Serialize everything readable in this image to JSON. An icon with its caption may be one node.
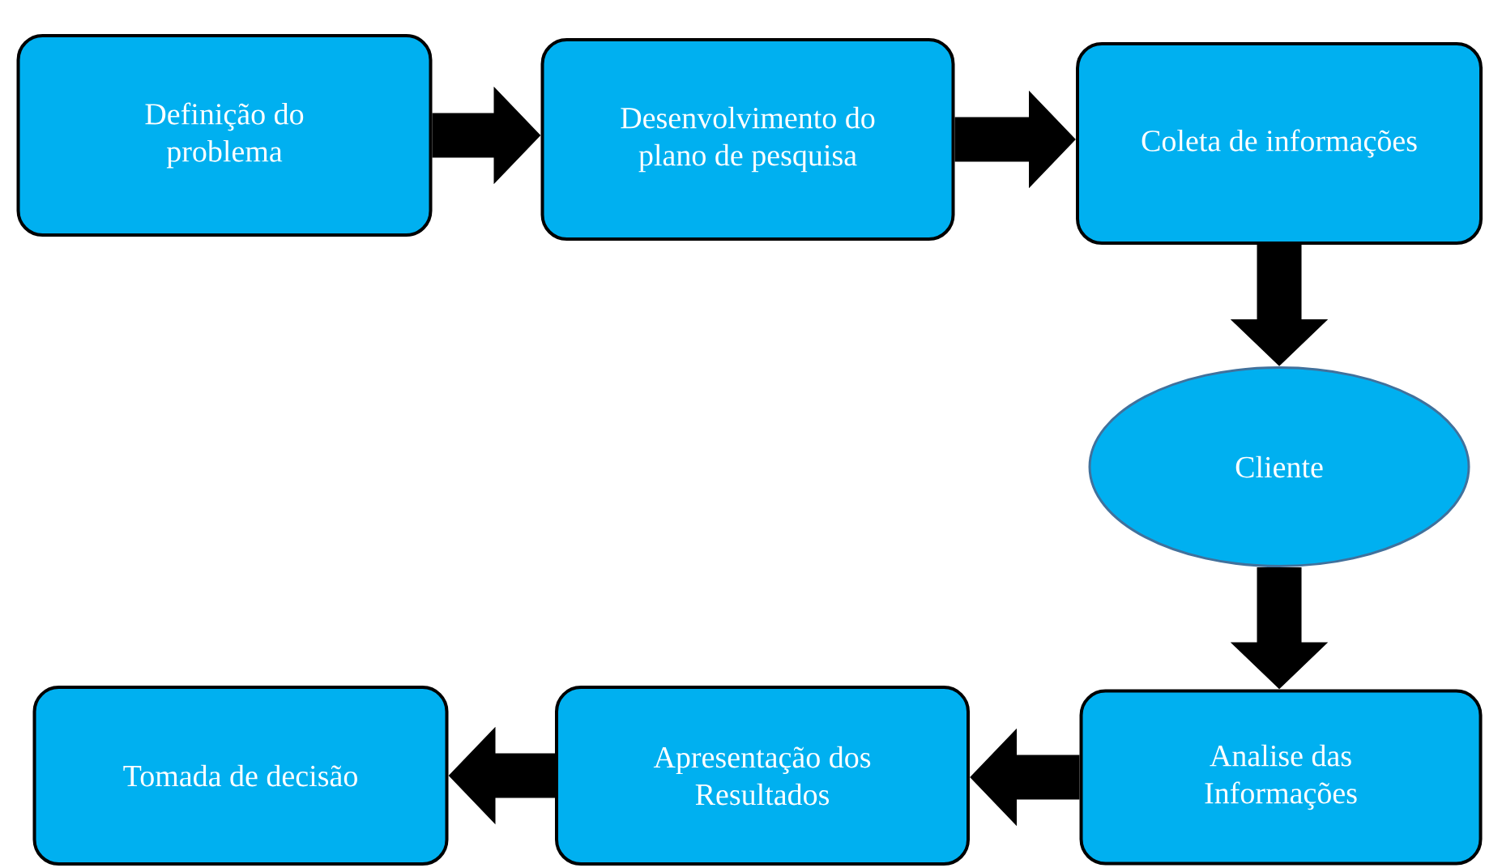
{
  "diagram": {
    "nodes": [
      {
        "text": [
          "Definição do problema"
        ]
      },
      {
        "text": [
          "Desenvolvimento do plano de pesquisa"
        ]
      },
      {
        "text": [
          "Coleta de informações"
        ]
      },
      {
        "text": [
          "Cliente"
        ]
      },
      {
        "text": [
          "Analise das Informações"
        ]
      },
      {
        "text": [
          "Apresentação dos Resultados"
        ]
      },
      {
        "text": [
          "Tomada de decisão"
        ]
      }
    ],
    "edges": [
      {
        "from": 0,
        "to": 1,
        "arrow": "to"
      },
      {
        "from": 1,
        "to": 2,
        "arrow": "to"
      },
      {
        "from": 2,
        "to": 3,
        "arrow": "to"
      },
      {
        "from": 3,
        "to": 4,
        "arrow": "to"
      },
      {
        "from": 4,
        "to": 5,
        "arrow": "to"
      },
      {
        "from": 5,
        "to": 6,
        "arrow": "to"
      }
    ]
  }
}
